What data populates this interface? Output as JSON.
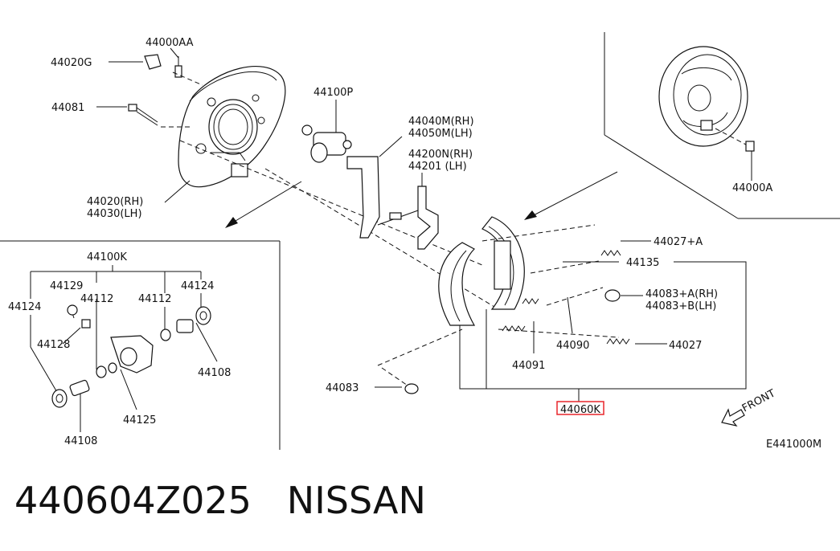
{
  "labels": {
    "l_44000AA": "44000AA",
    "l_44020G": "44020G",
    "l_44081": "44081",
    "l_44100P": "44100P",
    "l_44040M": "44040M(RH)",
    "l_44050M": "44050M(LH)",
    "l_44200N": "44200N(RH)",
    "l_44201": "44201  (LH)",
    "l_44020": "44020(RH)",
    "l_44030": "44030(LH)",
    "l_44000A": "44000A",
    "l_44027A": "44027+A",
    "l_44135": "44135",
    "l_44083AB_rh": "44083+A(RH)",
    "l_44083AB_lh": "44083+B(LH)",
    "l_44090": "44090",
    "l_44027": "44027",
    "l_44091": "44091",
    "l_44083": "44083",
    "l_44060K": "44060K",
    "l_44100K": "44100K",
    "l_44129": "44129",
    "l_44124a": "44124",
    "l_44124b": "44124",
    "l_44112a": "44112",
    "l_44112b": "44112",
    "l_44128": "44128",
    "l_44108a": "44108",
    "l_44108b": "44108",
    "l_44125": "44125",
    "front": "FRONT",
    "code": "E441000M"
  },
  "caption": "440604Z025   NISSAN",
  "highlight_color": "#e8262b"
}
